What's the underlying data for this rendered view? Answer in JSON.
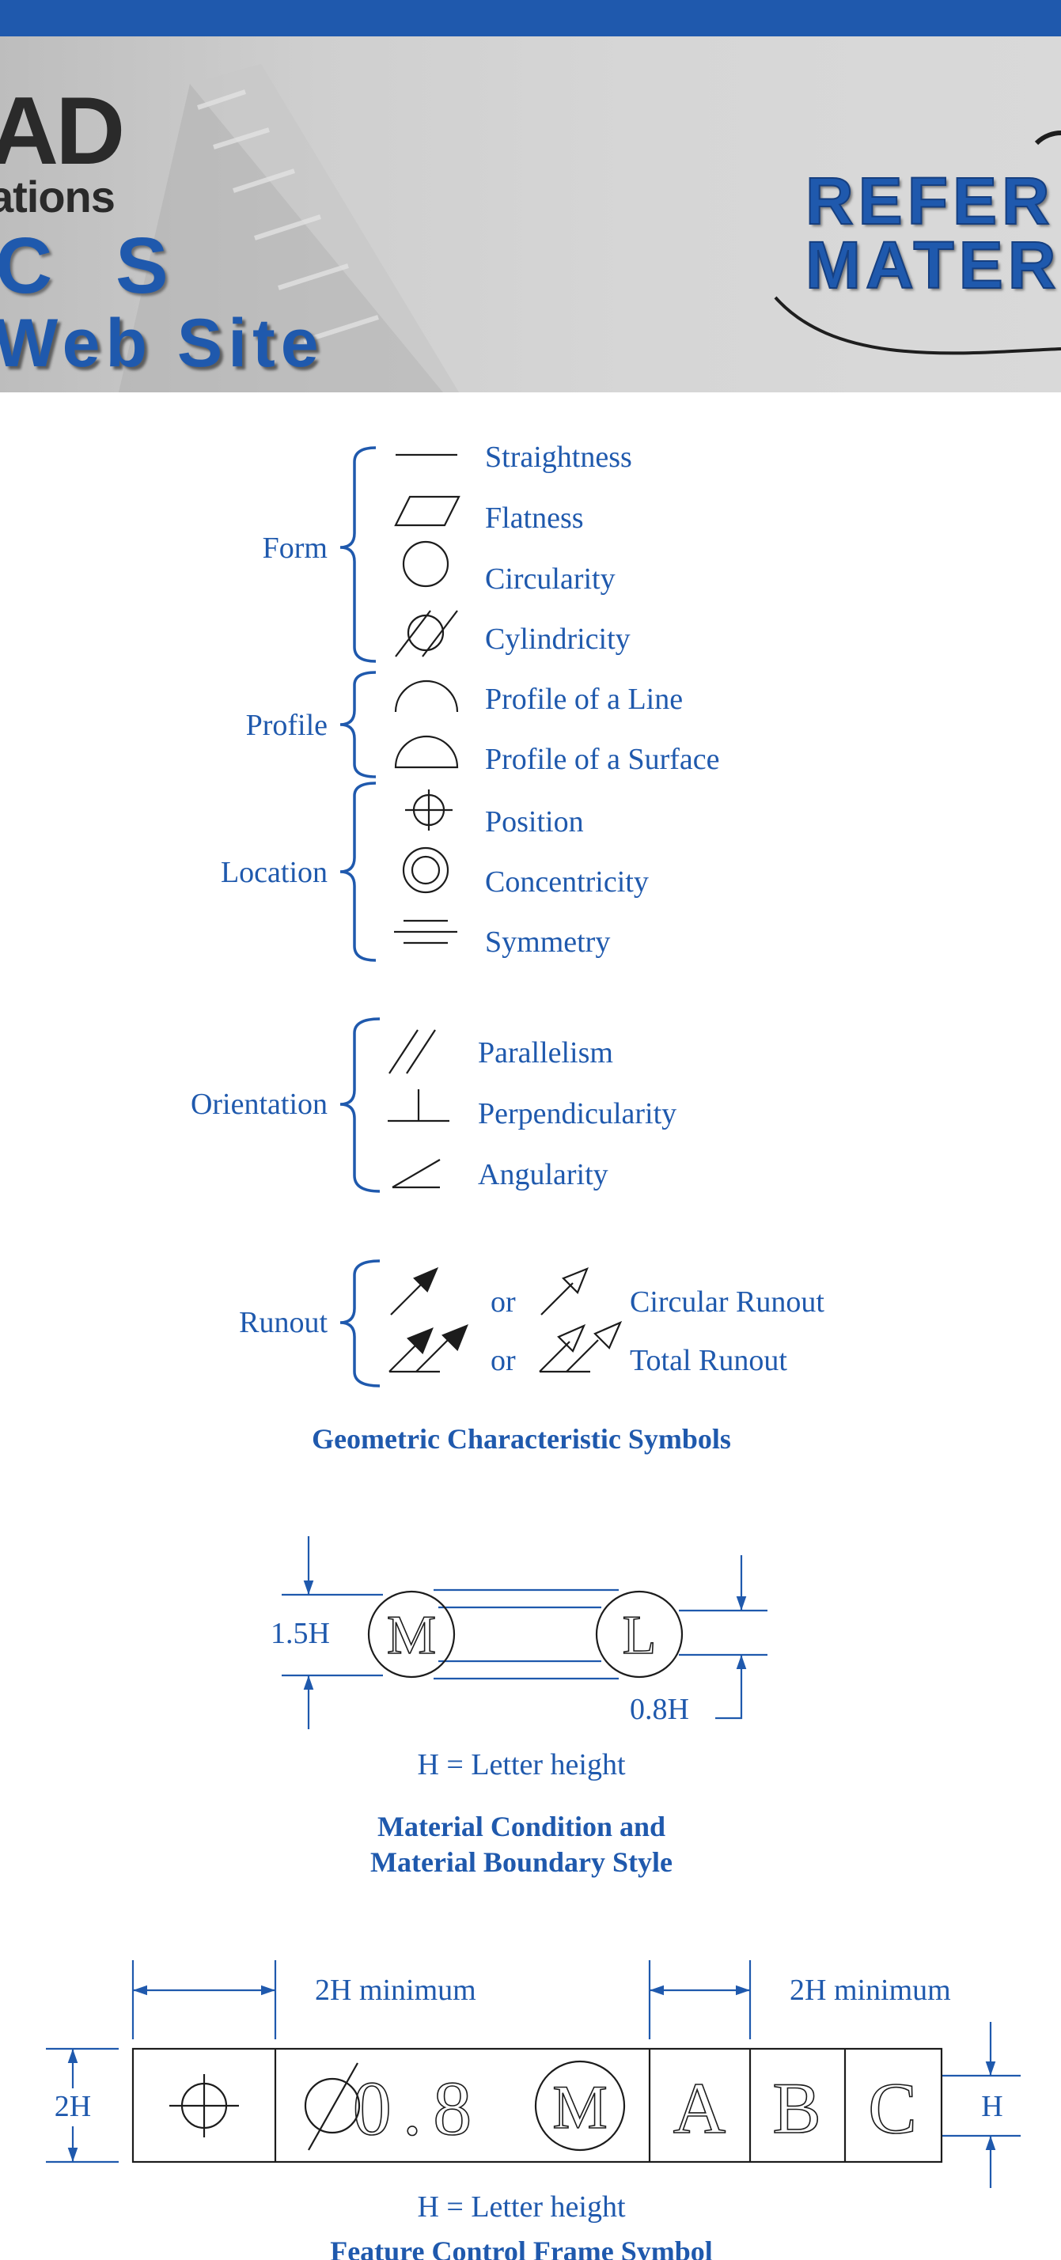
{
  "banner": {
    "brand_partial": "AD",
    "brand_line2": "ations",
    "brand_line3": "C S",
    "brand_line4": "Web Site",
    "reference_line1": "REFER",
    "reference_line2": "MATER"
  },
  "colors": {
    "accent": "#1f59ad",
    "banner_bg": "#d3d3d3",
    "dark_text": "#2a2a2a",
    "symbol_ink": "#1c1c1c"
  },
  "gdt": {
    "groups": {
      "form": "Form",
      "profile": "Profile",
      "location": "Location",
      "orientation": "Orientation",
      "runout": "Runout"
    },
    "items": {
      "straightness": "Straightness",
      "flatness": "Flatness",
      "circularity": "Circularity",
      "cylindricity": "Cylindricity",
      "profile_line": "Profile of a Line",
      "profile_surface": "Profile of a Surface",
      "position": "Position",
      "concentricity": "Concentricity",
      "symmetry": "Symmetry",
      "parallelism": "Parallelism",
      "perpendicularity": "Perpendicularity",
      "angularity": "Angularity",
      "circular_runout": "Circular Runout",
      "total_runout": "Total Runout",
      "or": "or"
    },
    "caption": "Geometric Characteristic Symbols"
  },
  "material_condition": {
    "dim_15h": "1.5H",
    "dim_08h": "0.8H",
    "letter_m": "M",
    "letter_l": "L",
    "note": "H = Letter height",
    "caption_line1": "Material Condition and",
    "caption_line2": "Material Boundary Style"
  },
  "feature_control_frame": {
    "dim_left": "2H minimum",
    "dim_right": "2H minimum",
    "height_left": "2H",
    "height_right": "H",
    "tolerance": "0.8",
    "modifier": "M",
    "datum_a": "A",
    "datum_b": "B",
    "datum_c": "C",
    "note": "H = Letter height",
    "caption": "Feature Control Frame Symbol"
  }
}
